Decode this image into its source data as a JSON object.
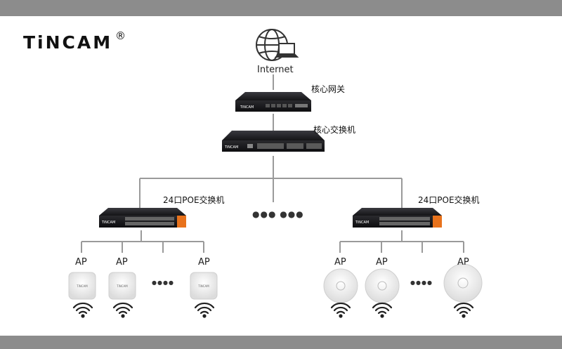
{
  "brand": {
    "logo_text": "TiNCAM",
    "logo_mark": "®",
    "device_brand": "TiNCAM"
  },
  "nodes": {
    "internet": "Internet",
    "gateway": "核心网关",
    "core_switch": "核心交换机",
    "poe_left": "24口POE交换机",
    "poe_right": "24口POE交换机"
  },
  "ap_label": "AP",
  "ellipsis": "●●● ●●●",
  "ap_ellipsis": "●●●●",
  "colors": {
    "band": "#8c8c8c",
    "line": "#9a9a9a",
    "poe_accent": "#e8721c",
    "device_body": "#1e1e22"
  }
}
